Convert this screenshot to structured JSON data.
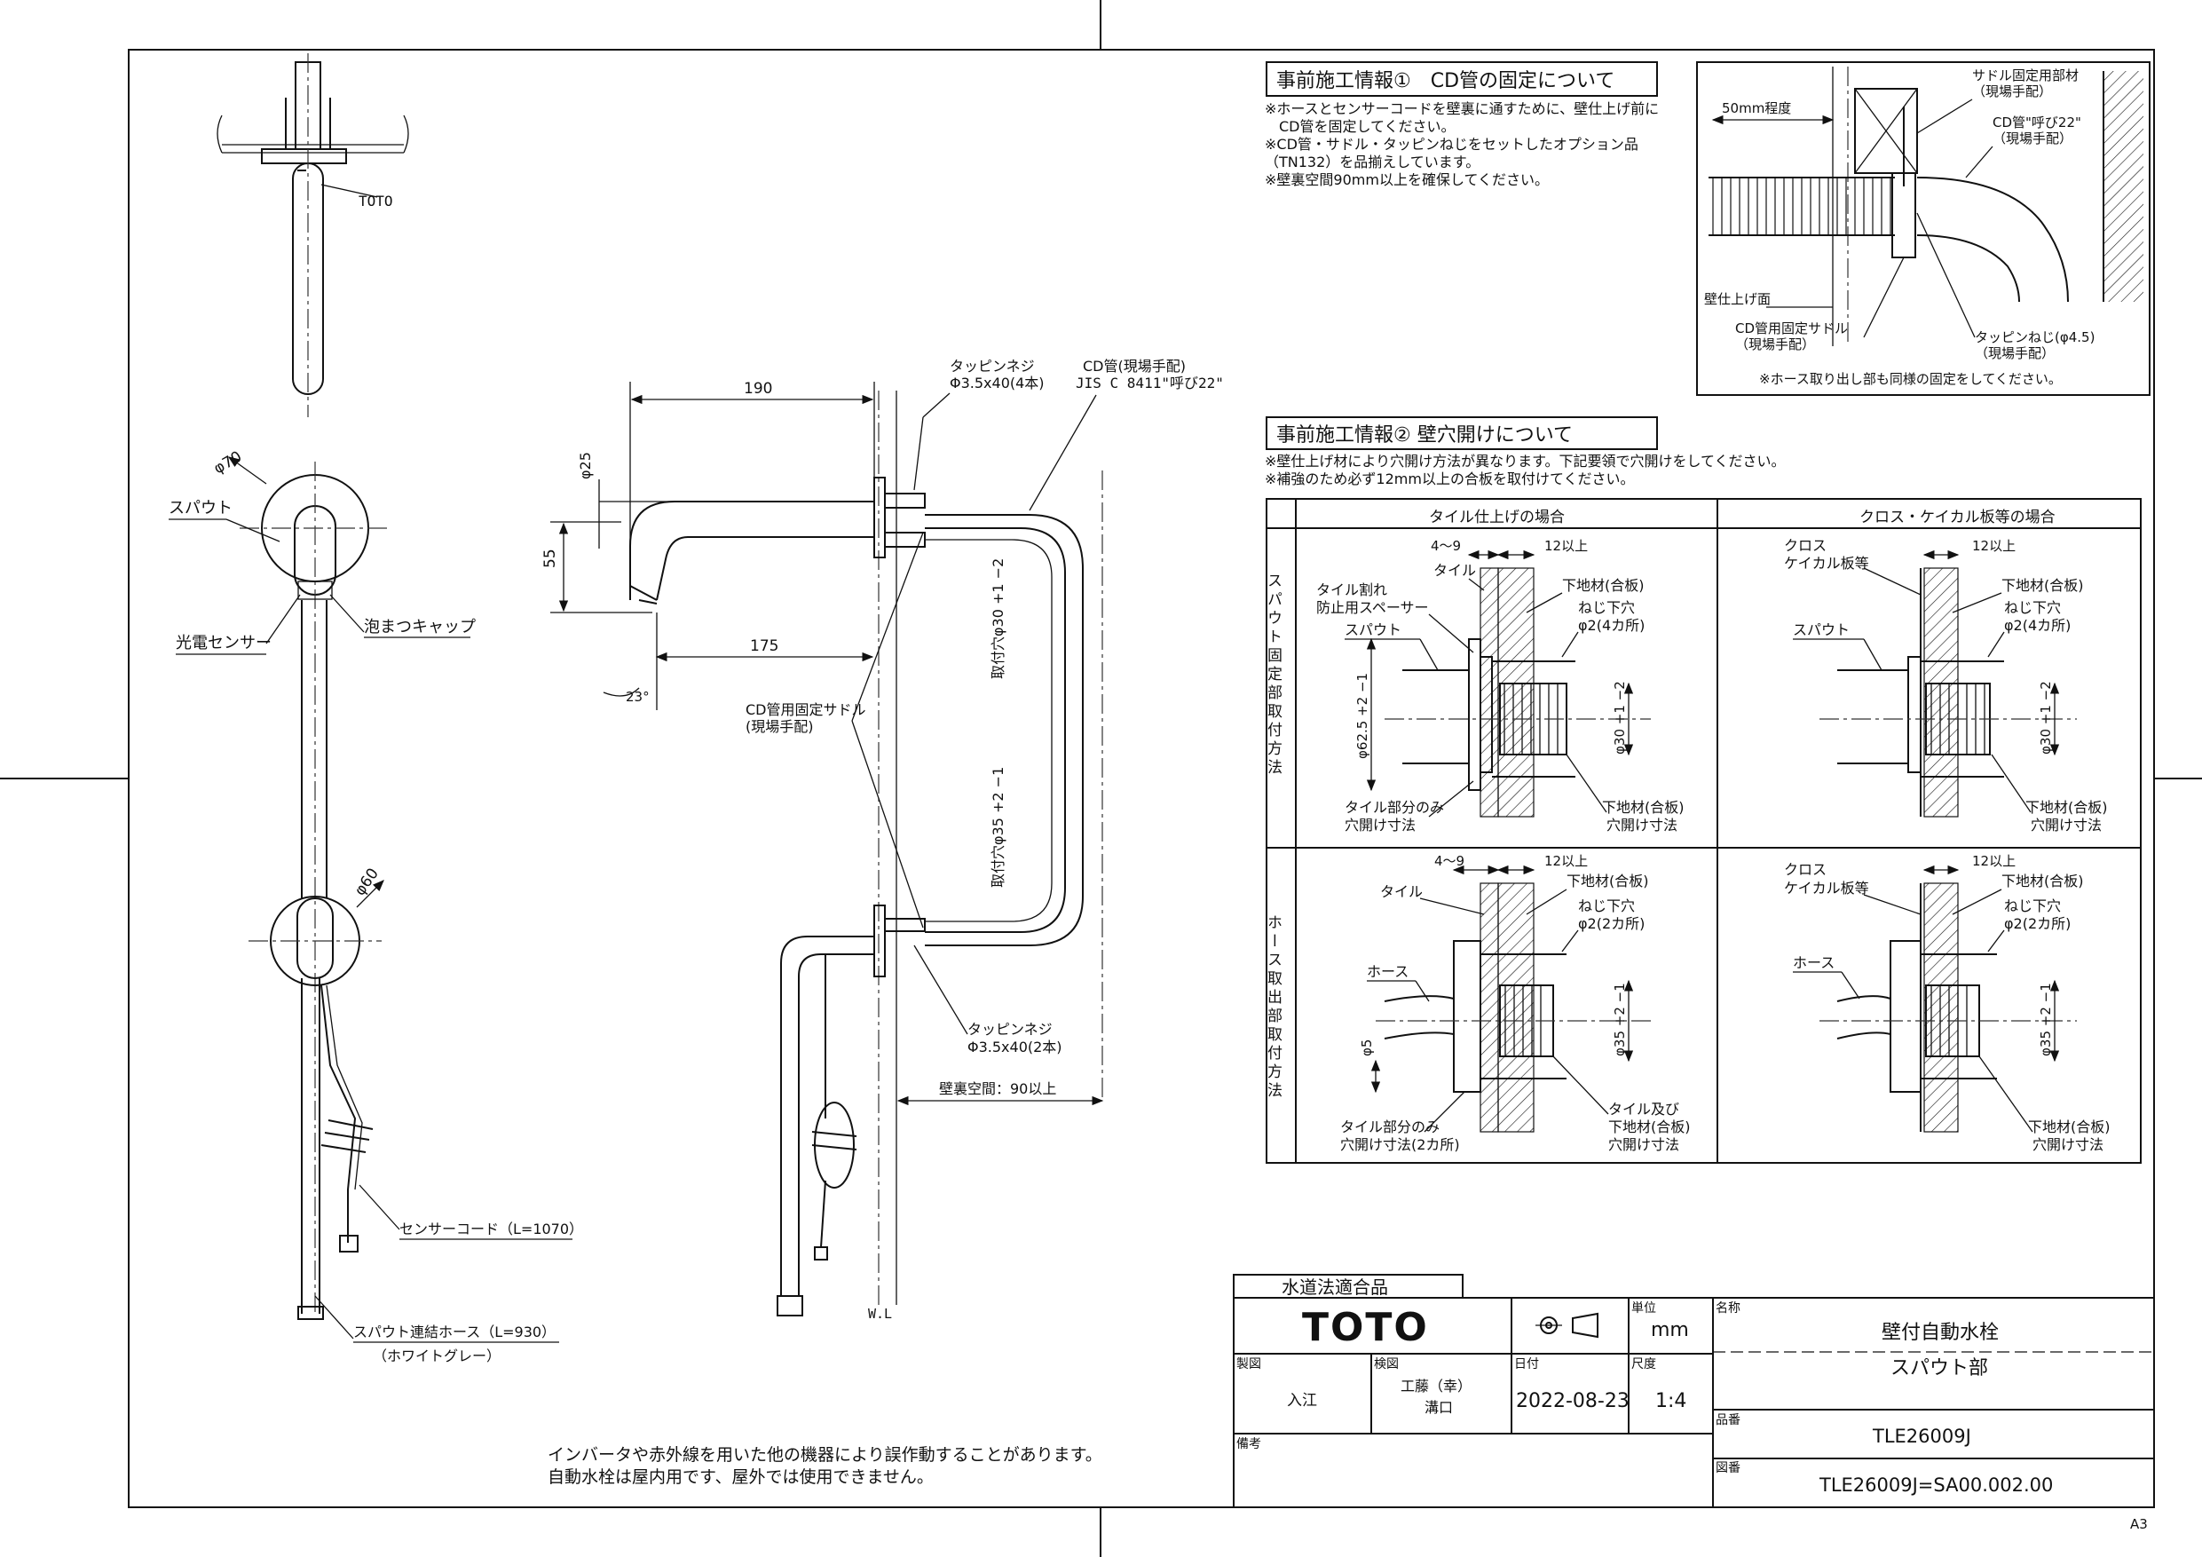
{
  "sheet": {
    "size": "A3",
    "label_totoline": "TOTO"
  },
  "left_view": {
    "dia70": "φ70",
    "spout": "スパウト",
    "sensor": "光電センサー",
    "aerator": "泡まつキャップ",
    "dia60": "φ60",
    "sensor_cord": "センサーコード（L=1070）",
    "hose": "スパウト連結ホース（L=930）",
    "hose_color": "（ホワイトグレー）"
  },
  "side_view": {
    "dim190": "190",
    "dim175": "175",
    "dim55": "55",
    "dia25": "φ25",
    "angle23": "23°",
    "screw_top_1": "タッピンネジ",
    "screw_top_2": "Φ3.5x40(4本)",
    "cd_pipe_1": "CD管(現場手配)",
    "cd_pipe_2": "JIS C 8411\"呼び22\"",
    "hole30": "取付穴φ30 +1 −2",
    "hole35": "取付穴φ35 +2 −1",
    "saddle_1": "CD管用固定サドル",
    "saddle_2": "(現場手配)",
    "screw_bot_1": "タッピンネジ",
    "screw_bot_2": "Φ3.5x40(2本)",
    "wall_space": "壁裏空間：90以上",
    "wl": "W.L"
  },
  "info1": {
    "title": "事前施工情報①　CD管の固定について",
    "lines": [
      "※ホースとセンサーコードを壁裏に通すために、壁仕上げ前に",
      "　CD管を固定してください。",
      "※CD管・サドル・タッピンねじをセットしたオプション品",
      "（TN132）を品揃えしています。",
      "※壁裏空間90mm以上を確保してください。"
    ]
  },
  "cd_detail": {
    "spacing": "50mm程度",
    "saddle_part_1": "サドル固定用部材",
    "saddle_part_2": "（現場手配）",
    "cd_1": "CD管\"呼び22\"",
    "cd_2": "（現場手配）",
    "wall_finish": "壁仕上げ面",
    "saddle_1": "CD管用固定サドル",
    "saddle_2": "（現場手配）",
    "screw_1": "タッピンねじ(φ4.5)",
    "screw_2": "（現場手配）",
    "note": "※ホース取り出し部も同様の固定をしてください。"
  },
  "info2": {
    "title": "事前施工情報② 壁穴開けについて",
    "lines": [
      "※壁仕上げ材により穴開け方法が異なります。下記要領で穴開けをしてください。",
      "※補強のため必ず12mm以上の合板を取付けてください。"
    ],
    "col_tile": "タイル仕上げの場合",
    "col_cross": "クロス・ケイカル板等の場合",
    "row_spout": "スパウト固定部取付方法",
    "row_hose": "ホース取出部取付方法",
    "c1": {
      "d49": "4〜9",
      "d12": "12以上",
      "tile": "タイル",
      "sub": "下地材(合板)",
      "crack1": "タイル割れ",
      "crack2": "防止用スペーサー",
      "screw1": "ねじ下穴",
      "screw2": "φ2(4カ所)",
      "spout": "スパウト",
      "dia625": "φ62.5 +2 −1",
      "dia30": "φ30 +1 −2",
      "tile_only1": "タイル部分のみ",
      "tile_only2": "穴開け寸法",
      "sub_hole1": "下地材(合板)",
      "sub_hole2": "穴開け寸法"
    },
    "c2": {
      "cross1": "クロス",
      "cross2": "ケイカル板等",
      "d12": "12以上",
      "sub": "下地材(合板)",
      "screw1": "ねじ下穴",
      "screw2": "φ2(4カ所)",
      "spout": "スパウト",
      "dia30": "φ30 +1 −2",
      "sub_hole1": "下地材(合板)",
      "sub_hole2": "穴開け寸法"
    },
    "c3": {
      "d49": "4〜9",
      "d12": "12以上",
      "tile": "タイル",
      "sub": "下地材(合板)",
      "screw1": "ねじ下穴",
      "screw2": "φ2(2カ所)",
      "hose": "ホース",
      "dia5": "φ5",
      "dia35": "φ35 +2 −1",
      "tile_only1": "タイル部分のみ",
      "tile_only2": "穴開け寸法(2カ所)",
      "both1": "タイル及び",
      "both2": "下地材(合板)",
      "both3": "穴開け寸法"
    },
    "c4": {
      "cross1": "クロス",
      "cross2": "ケイカル板等",
      "d12": "12以上",
      "sub": "下地材(合板)",
      "screw1": "ねじ下穴",
      "screw2": "φ2(2カ所)",
      "hose": "ホース",
      "dia35": "φ35 +2 −1",
      "sub_hole1": "下地材(合板)",
      "sub_hole2": "穴開け寸法"
    }
  },
  "notes": [
    "インバータや赤外線を用いた他の機器により誤作動することがあります。",
    "自動水栓は屋内用です、屋外では使用できません。"
  ],
  "title_block": {
    "water_law": "水道法適合品",
    "logo": "TOTO",
    "unit_label": "単位",
    "unit": "mm",
    "name_label": "名称",
    "name1": "壁付自動水栓",
    "name2": "スパウト部",
    "drawn_label": "製図",
    "drawn": "入江",
    "checked_label": "検図",
    "checked1": "工藤（幸）",
    "checked2": "溝口",
    "date_label": "日付",
    "date": "2022-08-23",
    "scale_label": "尺度",
    "scale": "1:4",
    "part_label": "品番",
    "part": "TLE26009J",
    "remark_label": "備考",
    "dwg_label": "図番",
    "dwg": "TLE26009J=SA00.002.00"
  }
}
